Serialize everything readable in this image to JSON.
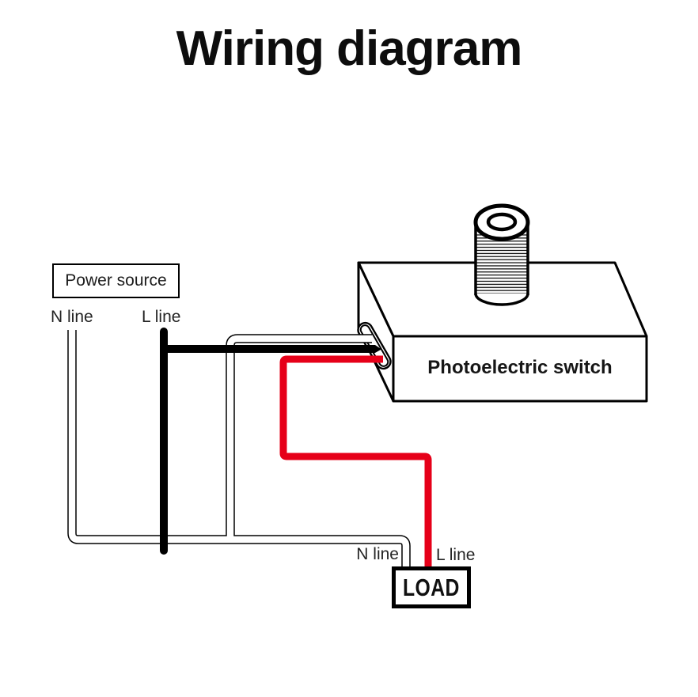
{
  "title": "Wiring diagram",
  "power_source": {
    "label": "Power source",
    "n_line_label": "N line",
    "l_line_label": "L line"
  },
  "switch": {
    "label": "Photoelectric switch"
  },
  "load": {
    "label": "LOAD",
    "n_line_label": "N line",
    "l_line_label": "L line"
  },
  "colors": {
    "wire_red": "#e60019",
    "wire_black": "#000000",
    "wire_neutral": "#ffffff",
    "stroke": "#000000"
  }
}
